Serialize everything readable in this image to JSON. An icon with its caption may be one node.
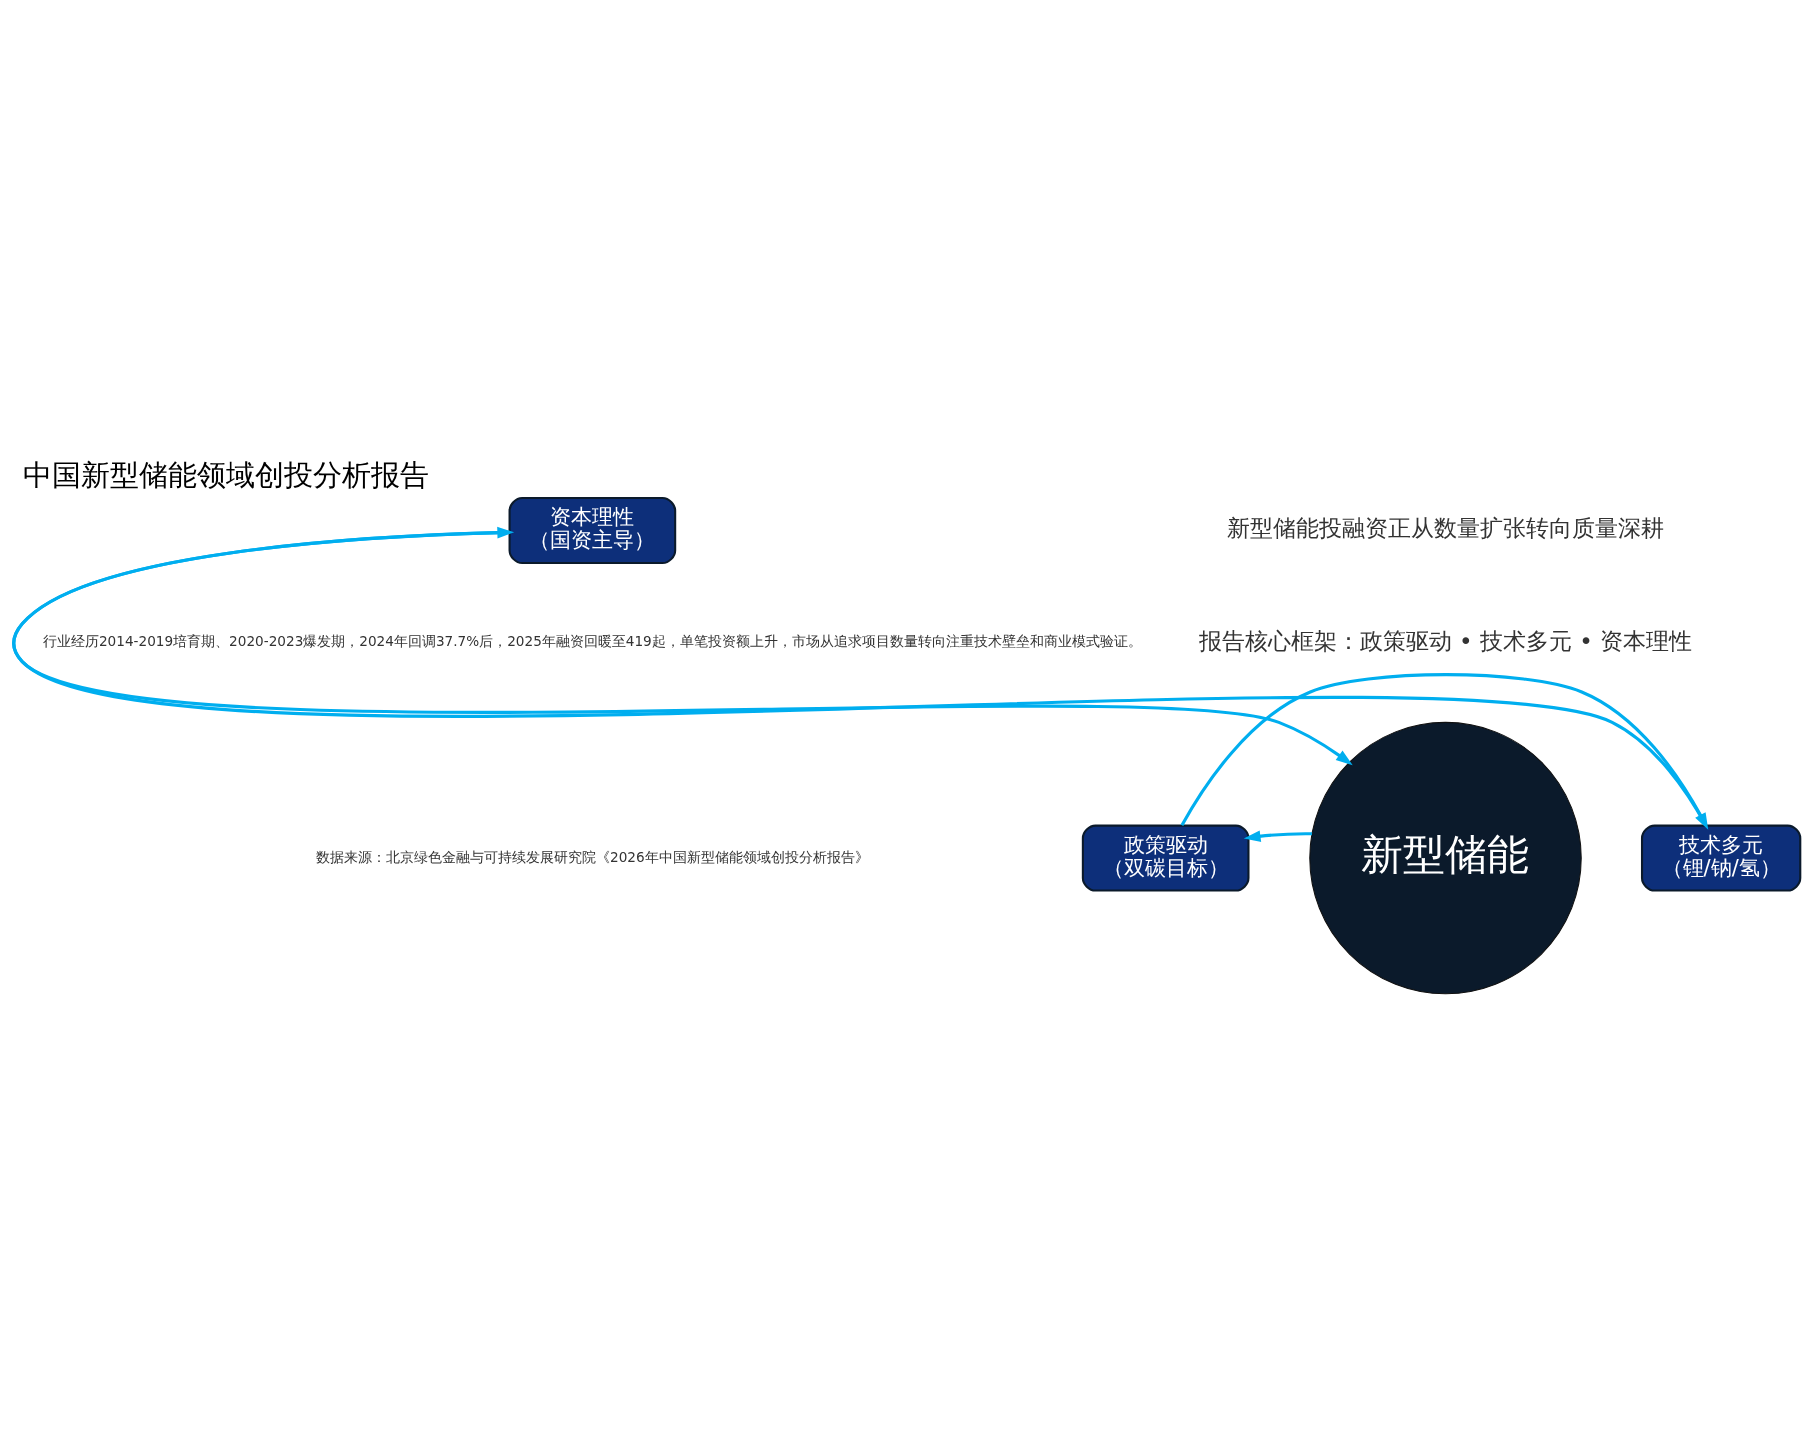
{
  "diagram": {
    "title": "中国新型储能领域创投分析报告",
    "nodes": [
      {
        "text": [
          "新型储能"
        ]
      },
      {
        "text": [
          "政策驱动",
          "（双碳目标）"
        ]
      },
      {
        "text": [
          "技术多元",
          "（锂/钠/氢）"
        ]
      },
      {
        "text": [
          "资本理性",
          "（国资主导）"
        ]
      }
    ],
    "edges": [
      {
        "from": 0,
        "to": 1,
        "arrow": "to"
      },
      {
        "from": 1,
        "to": 2,
        "arrow": "to"
      },
      {
        "from": 2,
        "to": 3,
        "arrow": "to"
      },
      {
        "from": 3,
        "to": 0,
        "arrow": "to"
      }
    ],
    "labels": [
      "新型储能投融资正从数量扩张转向质量深耕",
      "报告核心框架：政策驱动 • 技术多元 • 资本理性",
      "行业经历2014-2019培育期、2020-2023爆发期，2024年回调37.7%后，2025年融资回暖至419起，单笔投资额上升，市场从追求项目数量转向注重技术壁垒和商业模式验证。",
      "数据来源：北京绿色金融与可持续发展研究院《2026年中国新型储能领域创投分析报告》"
    ]
  }
}
